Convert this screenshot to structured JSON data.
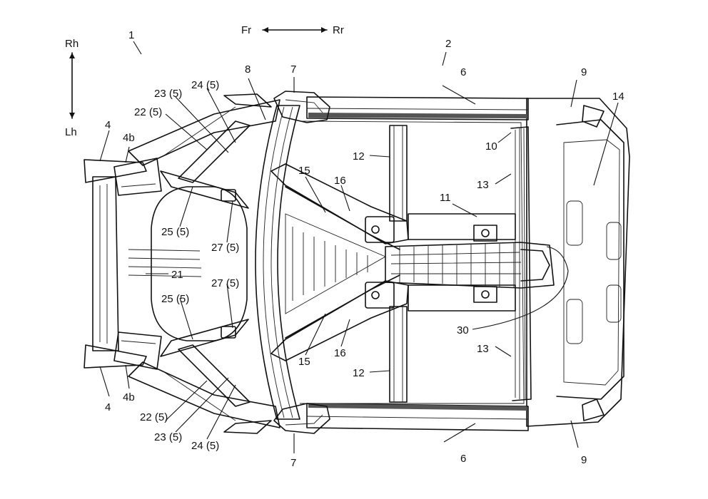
{
  "directions": {
    "front": "Fr",
    "rear": "Rr",
    "right": "Rh",
    "left": "Lh"
  },
  "labels": {
    "fig1": "1",
    "fig2": "2",
    "l4_top": "4",
    "l4_bot": "4",
    "l4b_top": "4b",
    "l4b_bot": "4b",
    "l6_top": "6",
    "l6_bot": "6",
    "l7_top": "7",
    "l7_bot": "7",
    "l8": "8",
    "l9_top": "9",
    "l9_bot": "9",
    "l10": "10",
    "l11": "11",
    "l12_top": "12",
    "l12_bot": "12",
    "l13_top": "13",
    "l13_bot": "13",
    "l14": "14",
    "l15_top": "15",
    "l15_bot": "15",
    "l16_top": "16",
    "l16_bot": "16",
    "l21": "21",
    "l22_top": "22 (5)",
    "l22_bot": "22 (5)",
    "l23_top": "23 (5)",
    "l23_bot": "23 (5)",
    "l24_top": "24 (5)",
    "l24_bot": "24 (5)",
    "l25_top": "25 (5)",
    "l25_bot": "25 (5)",
    "l27_top": "27 (5)",
    "l27_bot": "27 (5)",
    "l30": "30"
  }
}
